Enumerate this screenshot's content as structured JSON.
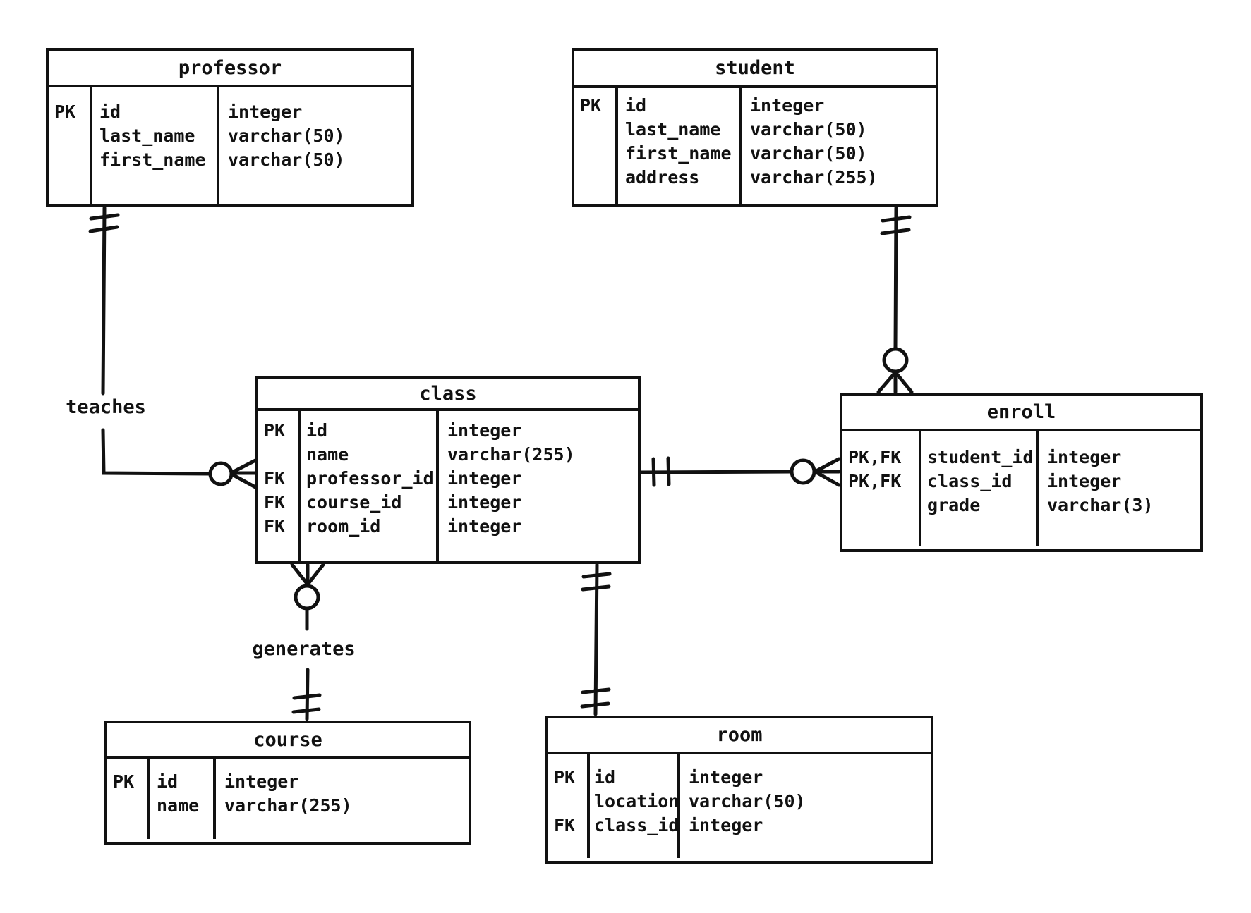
{
  "colors": {
    "ink": "#111111",
    "background": "#ffffff"
  },
  "tables": {
    "professor": {
      "title": "professor",
      "rows": [
        {
          "key": "PK",
          "field": "id",
          "type": "integer"
        },
        {
          "key": "",
          "field": "last_name",
          "type": "varchar(50)"
        },
        {
          "key": "",
          "field": "first_name",
          "type": "varchar(50)"
        }
      ]
    },
    "student": {
      "title": "student",
      "rows": [
        {
          "key": "PK",
          "field": "id",
          "type": "integer"
        },
        {
          "key": "",
          "field": "last_name",
          "type": "varchar(50)"
        },
        {
          "key": "",
          "field": "first_name",
          "type": "varchar(50)"
        },
        {
          "key": "",
          "field": "address",
          "type": "varchar(255)"
        }
      ]
    },
    "class": {
      "title": "class",
      "rows": [
        {
          "key": "PK",
          "field": "id",
          "type": "integer"
        },
        {
          "key": "",
          "field": "name",
          "type": "varchar(255)"
        },
        {
          "key": "FK",
          "field": "professor_id",
          "type": "integer"
        },
        {
          "key": "FK",
          "field": "course_id",
          "type": "integer"
        },
        {
          "key": "FK",
          "field": "room_id",
          "type": "integer"
        }
      ]
    },
    "enroll": {
      "title": "enroll",
      "rows": [
        {
          "key": "PK,FK",
          "field": "student_id",
          "type": "integer"
        },
        {
          "key": "PK,FK",
          "field": "class_id",
          "type": "integer"
        },
        {
          "key": "",
          "field": "grade",
          "type": "varchar(3)"
        }
      ]
    },
    "course": {
      "title": "course",
      "rows": [
        {
          "key": "PK",
          "field": "id",
          "type": "integer"
        },
        {
          "key": "",
          "field": "name",
          "type": "varchar(255)"
        }
      ]
    },
    "room": {
      "title": "room",
      "rows": [
        {
          "key": "PK",
          "field": "id",
          "type": "integer"
        },
        {
          "key": "",
          "field": "location",
          "type": "varchar(50)"
        },
        {
          "key": "FK",
          "field": "class_id",
          "type": "integer"
        }
      ]
    }
  },
  "relationships": [
    {
      "name": "professor-class",
      "label": "teaches",
      "from": "professor",
      "to": "class",
      "from_cardinality": "one-and-only-one",
      "to_cardinality": "zero-or-many"
    },
    {
      "name": "student-enroll",
      "label": "",
      "from": "student",
      "to": "enroll",
      "from_cardinality": "one-and-only-one",
      "to_cardinality": "zero-or-many"
    },
    {
      "name": "class-enroll",
      "label": "",
      "from": "class",
      "to": "enroll",
      "from_cardinality": "one-and-only-one",
      "to_cardinality": "zero-or-many"
    },
    {
      "name": "course-class",
      "label": "generates",
      "from": "course",
      "to": "class",
      "from_cardinality": "one-and-only-one",
      "to_cardinality": "zero-or-many"
    },
    {
      "name": "class-room",
      "label": "",
      "from": "class",
      "to": "room",
      "from_cardinality": "one-and-only-one",
      "to_cardinality": "one-and-only-one"
    }
  ]
}
